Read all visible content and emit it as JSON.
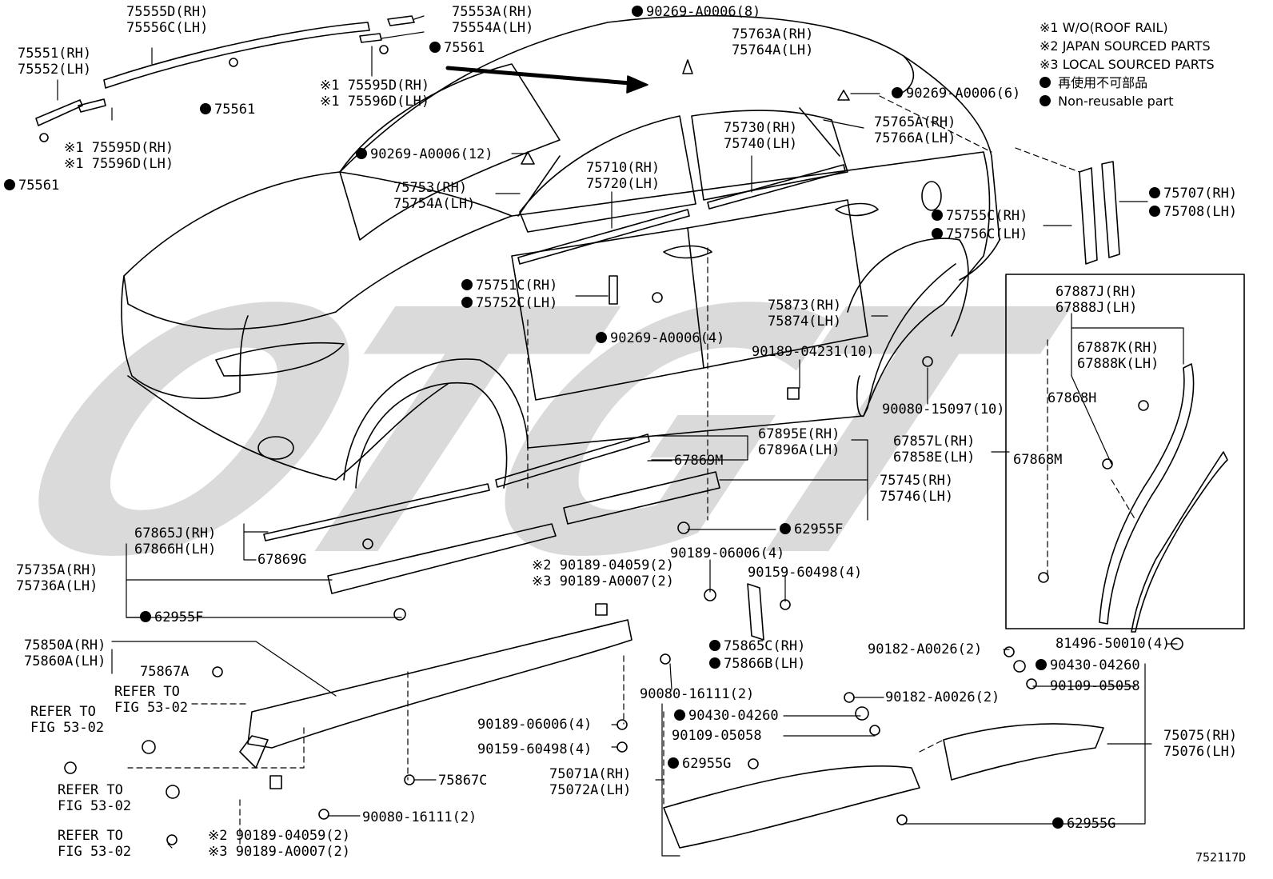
{
  "watermark": "OTGT",
  "diagram_id": "752117D",
  "legend": [
    {
      "marker": "※1",
      "text": "W/O(ROOF RAIL)"
    },
    {
      "marker": "※2",
      "text": "JAPAN SOURCED PARTS"
    },
    {
      "marker": "※3",
      "text": "LOCAL SOURCED PARTS"
    },
    {
      "marker": "dot",
      "text": "再使用不可部品"
    },
    {
      "marker": "dot",
      "text": "Non-reusable part"
    }
  ],
  "labels": [
    {
      "id": "l1",
      "lines": [
        "75555D(RH)",
        "75556C(LH)"
      ],
      "dot": false
    },
    {
      "id": "l2",
      "lines": [
        "75553A(RH)",
        "75554A(LH)"
      ],
      "dot": false
    },
    {
      "id": "l3",
      "lines": [
        "90269-A0006(8)"
      ],
      "dot": true
    },
    {
      "id": "l4",
      "lines": [
        "75763A(RH)",
        "75764A(LH)"
      ],
      "dot": false
    },
    {
      "id": "l5",
      "lines": [
        "75551(RH)",
        "75552(LH)"
      ],
      "dot": false
    },
    {
      "id": "l6",
      "lines": [
        "75561"
      ],
      "dot": true
    },
    {
      "id": "l7",
      "lines": [
        "75561"
      ],
      "dot": true
    },
    {
      "id": "l8",
      "lines": [
        "※1 75595D(RH)",
        "※1 75596D(LH)"
      ],
      "dot": false
    },
    {
      "id": "l9",
      "lines": [
        "90269-A0006(6)"
      ],
      "dot": true
    },
    {
      "id": "l10",
      "lines": [
        "※1 75595D(RH)",
        "※1 75596D(LH)"
      ],
      "dot": false
    },
    {
      "id": "l11",
      "lines": [
        "75561"
      ],
      "dot": true
    },
    {
      "id": "l12",
      "lines": [
        "90269-A0006(12)"
      ],
      "dot": true
    },
    {
      "id": "l13",
      "lines": [
        "75730(RH)",
        "75740(LH)"
      ],
      "dot": false
    },
    {
      "id": "l14",
      "lines": [
        "75765A(RH)",
        "75766A(LH)"
      ],
      "dot": false
    },
    {
      "id": "l15",
      "lines": [
        "75710(RH)",
        "75720(LH)"
      ],
      "dot": false
    },
    {
      "id": "l16",
      "lines": [
        "75753(RH)",
        "75754A(LH)"
      ],
      "dot": false
    },
    {
      "id": "l17",
      "lines": [
        "75707(RH)"
      ],
      "dot": true
    },
    {
      "id": "l18",
      "lines": [
        "75708(LH)"
      ],
      "dot": true
    },
    {
      "id": "l19",
      "lines": [
        "75755C(RH)"
      ],
      "dot": true
    },
    {
      "id": "l20",
      "lines": [
        "75756C(LH)"
      ],
      "dot": true
    },
    {
      "id": "l21",
      "lines": [
        "75751C(RH)"
      ],
      "dot": true
    },
    {
      "id": "l22",
      "lines": [
        "75752C(LH)"
      ],
      "dot": true
    },
    {
      "id": "l23",
      "lines": [
        "75873(RH)",
        "75874(LH)"
      ],
      "dot": false
    },
    {
      "id": "l24",
      "lines": [
        "90269-A0006(4)"
      ],
      "dot": true
    },
    {
      "id": "l25",
      "lines": [
        "90189-04231(10)"
      ],
      "dot": false
    },
    {
      "id": "l26",
      "lines": [
        "67887J(RH)",
        "67888J(LH)"
      ],
      "dot": false
    },
    {
      "id": "l27",
      "lines": [
        "67887K(RH)",
        "67888K(LH)"
      ],
      "dot": false
    },
    {
      "id": "l28",
      "lines": [
        "67868H"
      ],
      "dot": false
    },
    {
      "id": "l29",
      "lines": [
        "90080-15097(10)"
      ],
      "dot": false
    },
    {
      "id": "l30",
      "lines": [
        "67895E(RH)",
        "67896A(LH)"
      ],
      "dot": false
    },
    {
      "id": "l31",
      "lines": [
        "67857L(RH)",
        "67858E(LH)"
      ],
      "dot": false
    },
    {
      "id": "l32",
      "lines": [
        "67868M"
      ],
      "dot": false
    },
    {
      "id": "l33",
      "lines": [
        "67869M"
      ],
      "dot": false
    },
    {
      "id": "l34",
      "lines": [
        "75745(RH)",
        "75746(LH)"
      ],
      "dot": false
    },
    {
      "id": "l35",
      "lines": [
        "62955F"
      ],
      "dot": true
    },
    {
      "id": "l36",
      "lines": [
        "67865J(RH)",
        "67866H(LH)"
      ],
      "dot": false
    },
    {
      "id": "l37",
      "lines": [
        "67869G"
      ],
      "dot": false
    },
    {
      "id": "l38",
      "lines": [
        "※2 90189-04059(2)",
        "※3 90189-A0007(2)"
      ],
      "dot": false
    },
    {
      "id": "l39",
      "lines": [
        "90189-06006(4)"
      ],
      "dot": false
    },
    {
      "id": "l40",
      "lines": [
        "90159-60498(4)"
      ],
      "dot": false
    },
    {
      "id": "l41",
      "lines": [
        "75735A(RH)",
        "75736A(LH)"
      ],
      "dot": false
    },
    {
      "id": "l42",
      "lines": [
        "62955F"
      ],
      "dot": true
    },
    {
      "id": "l43",
      "lines": [
        "75850A(RH)",
        "75860A(LH)"
      ],
      "dot": false
    },
    {
      "id": "l44",
      "lines": [
        "75865C(RH)"
      ],
      "dot": true
    },
    {
      "id": "l45",
      "lines": [
        "75866B(LH)"
      ],
      "dot": true
    },
    {
      "id": "l46",
      "lines": [
        "90182-A0026(2)"
      ],
      "dot": false
    },
    {
      "id": "l47",
      "lines": [
        "81496-50010(4)"
      ],
      "dot": false
    },
    {
      "id": "l48",
      "lines": [
        "75867A"
      ],
      "dot": false
    },
    {
      "id": "l49",
      "lines": [
        "REFER TO",
        "FIG 53-02"
      ],
      "dot": false
    },
    {
      "id": "l50",
      "lines": [
        "90080-16111(2)"
      ],
      "dot": false
    },
    {
      "id": "l51",
      "lines": [
        "90430-04260"
      ],
      "dot": true
    },
    {
      "id": "l52",
      "lines": [
        "90109-05058"
      ],
      "dot": false
    },
    {
      "id": "l53",
      "lines": [
        "REFER TO",
        "FIG 53-02"
      ],
      "dot": false
    },
    {
      "id": "l54",
      "lines": [
        "90182-A0026(2)"
      ],
      "dot": false
    },
    {
      "id": "l55",
      "lines": [
        "90189-06006(4)"
      ],
      "dot": false
    },
    {
      "id": "l56",
      "lines": [
        "90430-04260"
      ],
      "dot": true
    },
    {
      "id": "l57",
      "lines": [
        "90109-05058"
      ],
      "dot": false
    },
    {
      "id": "l58",
      "lines": [
        "75075(RH)",
        "75076(LH)"
      ],
      "dot": false
    },
    {
      "id": "l59",
      "lines": [
        "90159-60498(4)"
      ],
      "dot": false
    },
    {
      "id": "l60",
      "lines": [
        "75867C"
      ],
      "dot": false
    },
    {
      "id": "l61",
      "lines": [
        "62955G"
      ],
      "dot": true
    },
    {
      "id": "l62",
      "lines": [
        "75071A(RH)",
        "75072A(LH)"
      ],
      "dot": false
    },
    {
      "id": "l63",
      "lines": [
        "REFER TO",
        "FIG 53-02"
      ],
      "dot": false
    },
    {
      "id": "l64",
      "lines": [
        "REFER TO",
        "FIG 53-02"
      ],
      "dot": false
    },
    {
      "id": "l65",
      "lines": [
        "90080-16111(2)"
      ],
      "dot": false
    },
    {
      "id": "l66",
      "lines": [
        "※2 90189-04059(2)",
        "※3 90189-A0007(2)"
      ],
      "dot": false
    },
    {
      "id": "l67",
      "lines": [
        "62955G"
      ],
      "dot": true
    }
  ]
}
